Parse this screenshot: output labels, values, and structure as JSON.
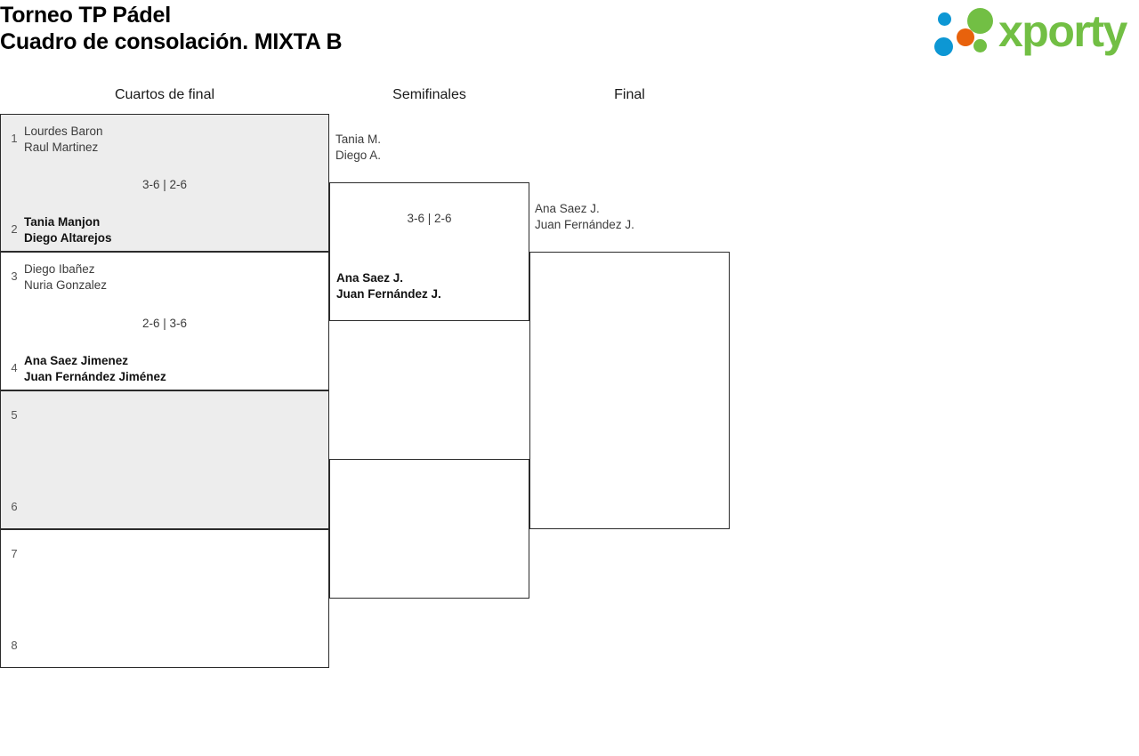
{
  "header": {
    "title_line1": "Torneo TP Pádel",
    "title_line2": "Cuadro de consolación. MIXTA B"
  },
  "logo": {
    "wordmark": "xporty",
    "green": "#72bf44",
    "blue": "#0d97d4",
    "orange": "#e8620c"
  },
  "rounds": [
    {
      "label": "Cuartos de final"
    },
    {
      "label": "Semifinales"
    },
    {
      "label": "Final"
    }
  ],
  "bracket": {
    "quarterfinals": [
      {
        "shaded": true,
        "top": {
          "seed": "1",
          "player1": "Lourdes Baron",
          "player2": "Raul Martinez",
          "winner": false
        },
        "bottom": {
          "seed": "2",
          "player1": "Tania Manjon",
          "player2": "Diego Altarejos",
          "winner": true
        },
        "score": "3-6 | 2-6"
      },
      {
        "shaded": false,
        "top": {
          "seed": "3",
          "player1": "Diego Ibañez",
          "player2": "Nuria Gonzalez",
          "winner": false
        },
        "bottom": {
          "seed": "4",
          "player1": "Ana Saez Jimenez",
          "player2": "Juan Fernández Jiménez",
          "winner": true
        },
        "score": "2-6 | 3-6"
      },
      {
        "shaded": true,
        "top": {
          "seed": "5",
          "player1": "",
          "player2": "",
          "winner": false
        },
        "bottom": {
          "seed": "6",
          "player1": "",
          "player2": "",
          "winner": false
        },
        "score": ""
      },
      {
        "shaded": false,
        "top": {
          "seed": "7",
          "player1": "",
          "player2": "",
          "winner": false
        },
        "bottom": {
          "seed": "8",
          "player1": "",
          "player2": "",
          "winner": false
        },
        "score": ""
      }
    ],
    "semifinals": [
      {
        "top": {
          "player1": "Tania M.",
          "player2": "Diego A.",
          "winner": false
        },
        "bottom": {
          "player1": "Ana Saez J.",
          "player2": "Juan Fernández J.",
          "winner": true
        },
        "score": "3-6 | 2-6"
      },
      {
        "top": {
          "player1": "",
          "player2": "",
          "winner": false
        },
        "bottom": {
          "player1": "",
          "player2": "",
          "winner": false
        },
        "score": ""
      }
    ],
    "final": {
      "top": {
        "player1": "Ana Saez J.",
        "player2": "Juan Fernández J.",
        "winner": false
      },
      "bottom": {
        "player1": "",
        "player2": "",
        "winner": false
      },
      "score": ""
    }
  }
}
